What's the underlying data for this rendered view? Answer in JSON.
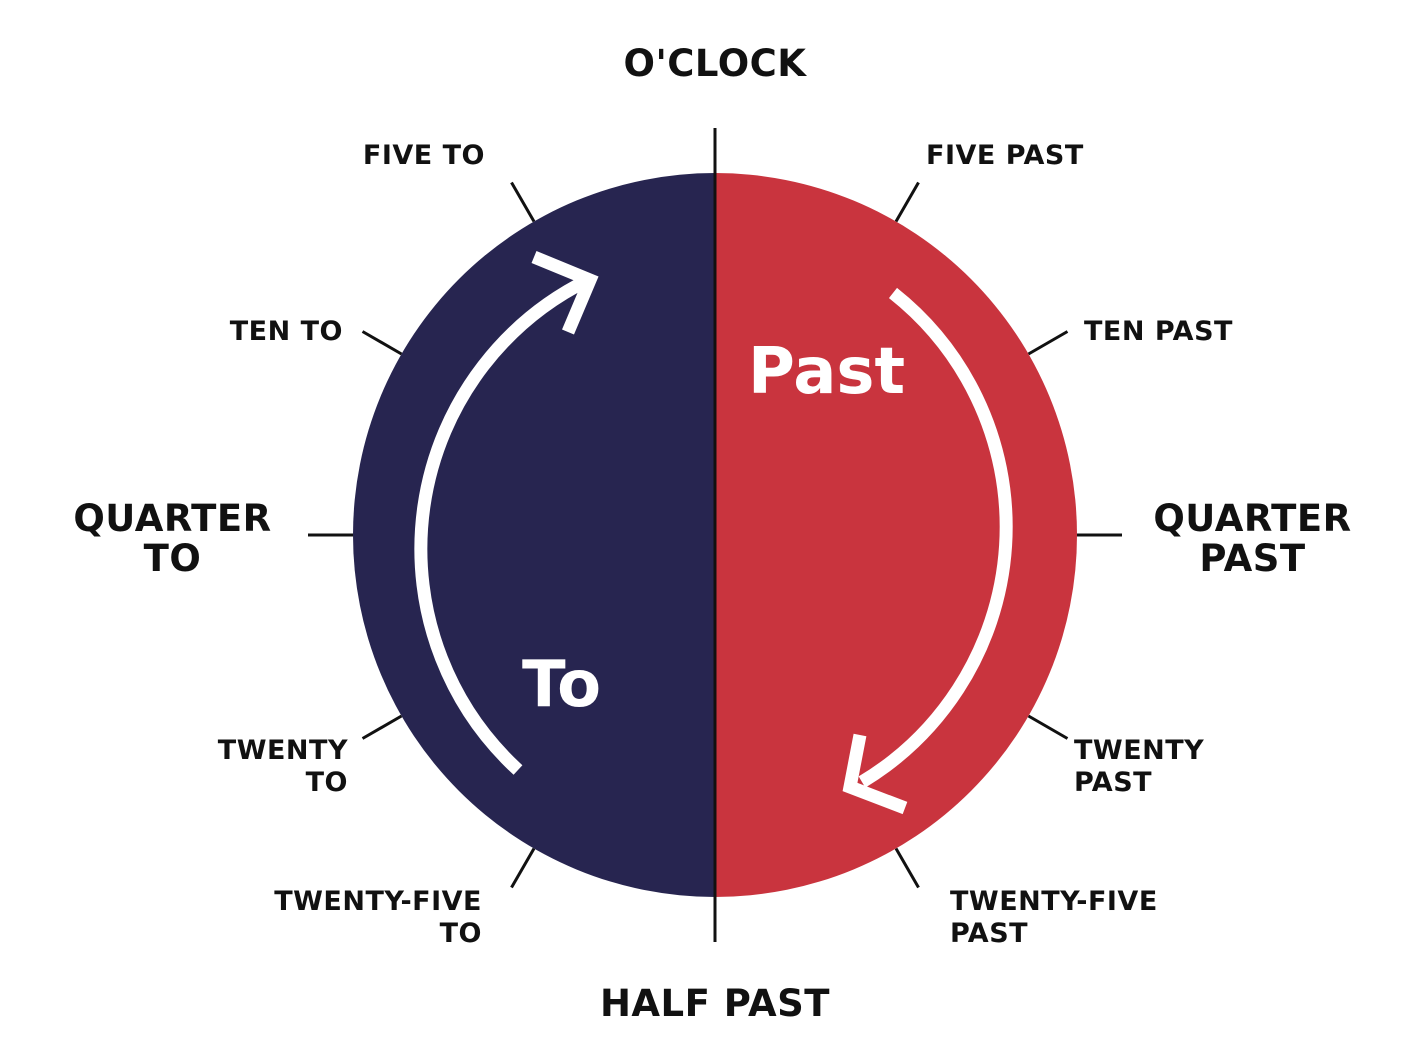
{
  "colors": {
    "to_half": "#272550",
    "past_half": "#C9343E",
    "ticks": "#111111",
    "arrows": "#FFFFFF"
  },
  "halves": {
    "past": "Past",
    "to": "To"
  },
  "labels": {
    "oclock": "O'CLOCK",
    "five_past": "FIVE PAST",
    "ten_past": "TEN PAST",
    "quarter_past": [
      "QUARTER",
      "PAST"
    ],
    "twenty_past": [
      "TWENTY",
      "PAST"
    ],
    "twenty_five_past": [
      "TWENTY-FIVE",
      "PAST"
    ],
    "half_past": "HALF PAST",
    "twenty_five_to": [
      "TWENTY-FIVE",
      "TO"
    ],
    "twenty_to": [
      "TWENTY",
      "TO"
    ],
    "quarter_to": [
      "QUARTER",
      "TO"
    ],
    "ten_to": "TEN TO",
    "five_to": "FIVE TO"
  }
}
